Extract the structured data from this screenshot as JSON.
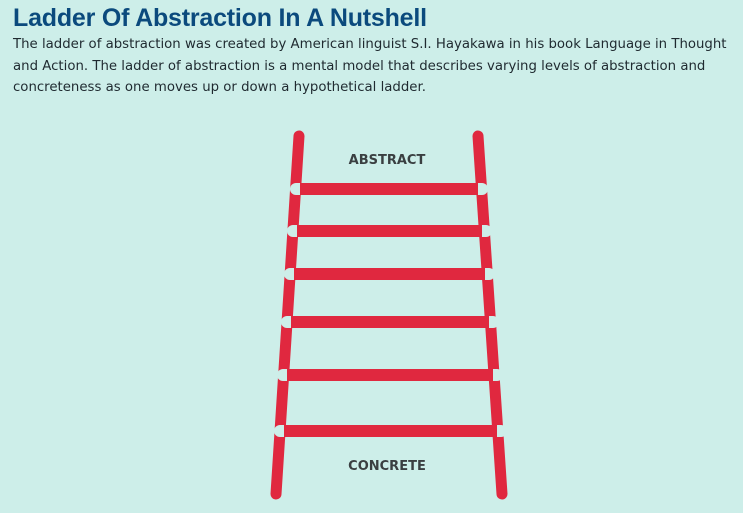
{
  "article": {
    "title": "Ladder Of Abstraction In A Nutshell",
    "intro": "The ladder of abstraction was created by American linguist S.I. Hayakawa in his book Language in Thought and Action. The ladder of abstraction is a mental model that describes varying levels of abstraction and concreteness as one moves up or down a hypothetical ladder."
  },
  "diagram": {
    "top_label": "ABSTRACT",
    "bottom_label": "CONCRETE",
    "colors": {
      "background": "#cdeee9",
      "ladder": "#e0283f",
      "rung_cap": "#cdeee9",
      "title": "#0b4a7d",
      "label": "#3a3f41"
    }
  }
}
